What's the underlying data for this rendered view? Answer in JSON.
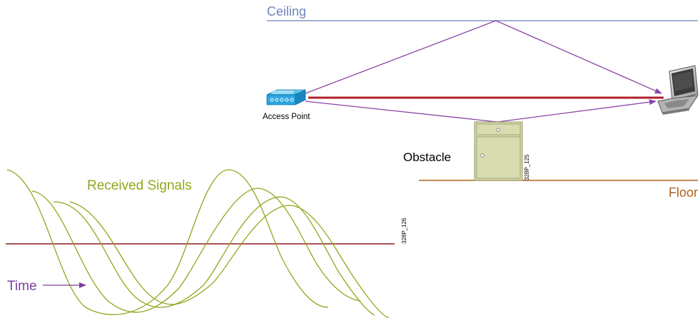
{
  "labels": {
    "ceiling": "Ceiling",
    "floor": "Floor",
    "access_point": "Access Point",
    "obstacle": "Obstacle",
    "received_signals": "Received Signals",
    "time": "Time",
    "figure_id_top": "328P_125",
    "figure_id_bottom": "328P_126"
  },
  "colors": {
    "ceiling": "#7f95c6",
    "floor": "#b0621c",
    "direct_path": "#b0202a",
    "reflected_path": "#8a45a8",
    "signal": "#8fa81c",
    "time_axis": "#8b1a22",
    "received_signals_text": "#8fa81c",
    "time_text": "#7a3fa0",
    "obstacle_fill": "#d3d5a6",
    "access_point_body": "#2aa6e0"
  },
  "icons": {
    "access_point": "access-point-icon",
    "laptop": "laptop-icon",
    "obstacle": "cabinet-icon",
    "arrow": "arrow-right-icon"
  }
}
